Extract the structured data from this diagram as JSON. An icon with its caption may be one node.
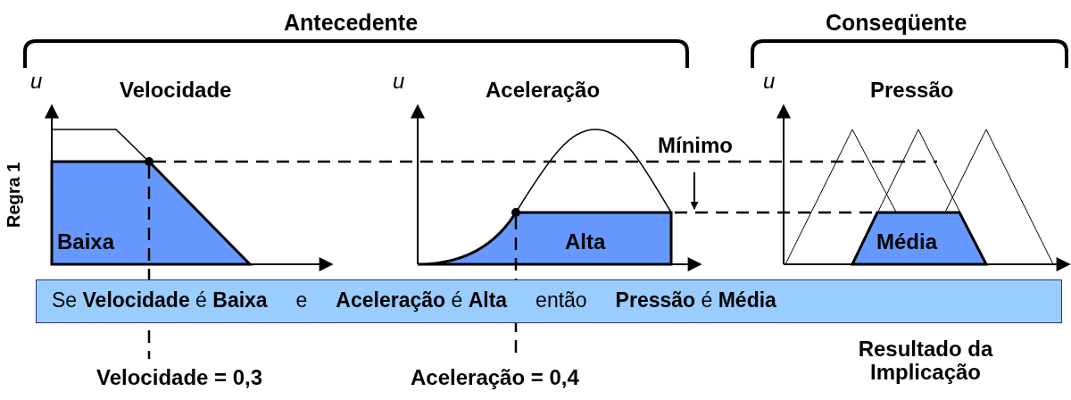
{
  "diagram": {
    "labels": [
      "Antecedente",
      "Conseqüente",
      "u",
      "Velocidade",
      "u",
      "Aceleração",
      "u",
      "Pressão",
      "Regra 1",
      "Mínimo",
      "Baixa",
      "Alta",
      "Média",
      "Se **Velocidade** é **Baixa**     e     **Aceleração** é **Alta**     então     **Pressão** é **Média**",
      "Velocidade = 0,3",
      "Aceleração = 0,4",
      "Resultado da Implicação"
    ]
  }
}
